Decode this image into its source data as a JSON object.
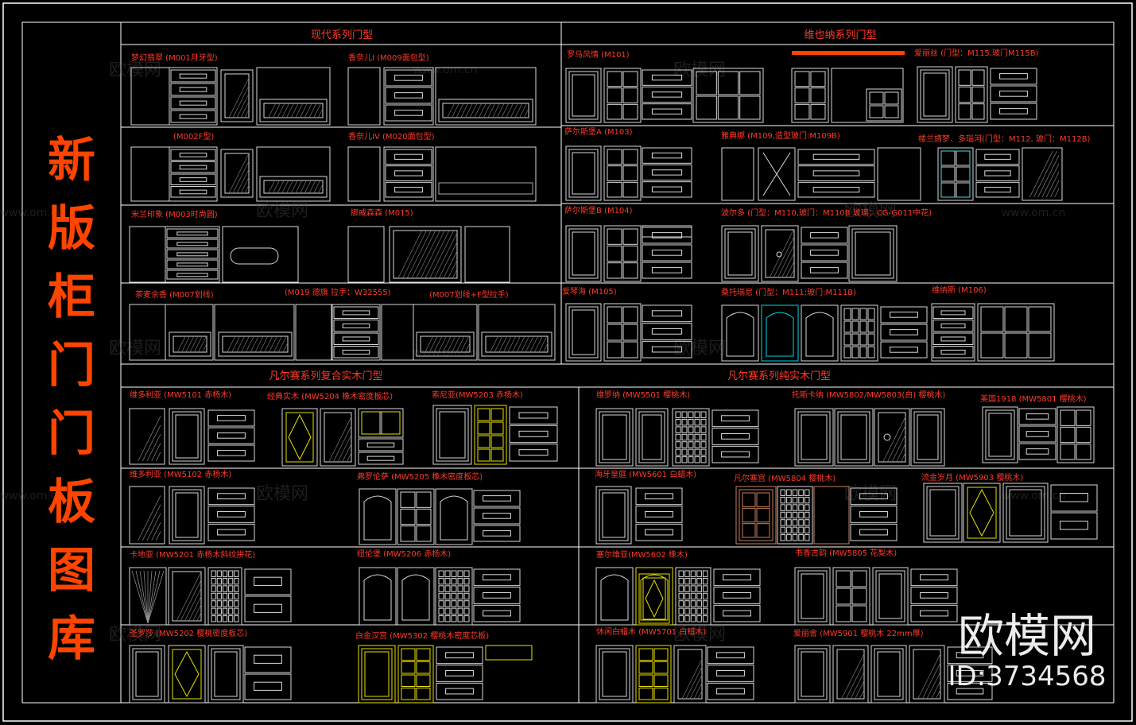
{
  "big_title": "新版柜门门板图库",
  "watermark": {
    "brand": "欧模网",
    "id": "ID:3734568",
    "faint_text": "欧模网",
    "faint_url": "www.om.cn"
  },
  "colors": {
    "background": "#000000",
    "frame": "#ffffff",
    "title_red": "#ff4400",
    "label_red": "#ff3a2a",
    "drawing_white": "#d8d8d8",
    "accent_yellow": "#e8e000",
    "accent_cyan": "#00d8e8",
    "accent_brown": "#c88060"
  },
  "sections": {
    "top_left": "现代系列门型",
    "top_right": "维也纳系列门型",
    "bottom_left": "凡尔赛系列复合实木门型",
    "bottom_right": "凡尔赛系列纯实木门型"
  },
  "labels": {
    "modern": [
      "梦幻翡翠 (M001月牙型)",
      "香奈儿I (M009面包型)",
      "(M002F型)",
      "香奈儿IV (M020面包型)",
      "米兰印象 (M003时尚圆)",
      "挪威森森 (M015)",
      "茶麦余香 (M007划线)",
      "(M019 德旗 拉手：W32555)",
      "(M007划线+F型拉手)"
    ],
    "vienna": [
      "罗马风情 (M101)",
      "爱丽丝 (门型：M115,玻门M115B)",
      "萨尔斯堡A (M103)",
      "雅典娜 (M109,造型玻门:M109B)",
      "楼兰旖梦、多瑙河(门型：M112, 玻门：M112B)",
      "萨尔斯堡B (M104)",
      "波尔多 (门型：M110,玻门：M110B 玻璃：CG-G011中花)",
      "爱琴海 (M105)",
      "桑托瑞尼 (门型：M111;玻门:M111B)",
      "维纳斯 (M106)"
    ],
    "composite": [
      "维多利亚 (MW5101 赤杨木)",
      "经典实木 (MW5204 橡木密度板芯)",
      "索尼亚(MW5203 赤杨木)",
      "维多利亚 (MW5102 赤杨木)",
      "弗罗伦萨 (MW5205 橡木密度板芯)",
      "卡地亚 (MW5201 赤杨木斜纹拼花)",
      "纽伦堡 (MW5206 赤杨木)",
      "圣罗莎 (MW5202 樱桃密度板芯)",
      "白金汉宫 (MW5302 樱桃木密度芯板)"
    ],
    "solid": [
      "维罗纳 (MW5501 樱桃木)",
      "托斯卡纳 (MW5802/MW5803(白) 樱桃木)",
      "美国1918 (MW5801 樱桃木)",
      "海牙皇庭 (MW5601 白蜡木)",
      "凡尔塞宫 (MW5804 樱桃木)",
      "流金岁月 (MW5903 樱桃木)",
      "塞尔维亚(MW5602 橡木)",
      "书香古韵 (MW5805 花梨木)",
      "休闲白蜡木 (MW5701 白蜡木)",
      "爱丽舍 (MW5901 樱桃木 22mm厚)"
    ]
  }
}
